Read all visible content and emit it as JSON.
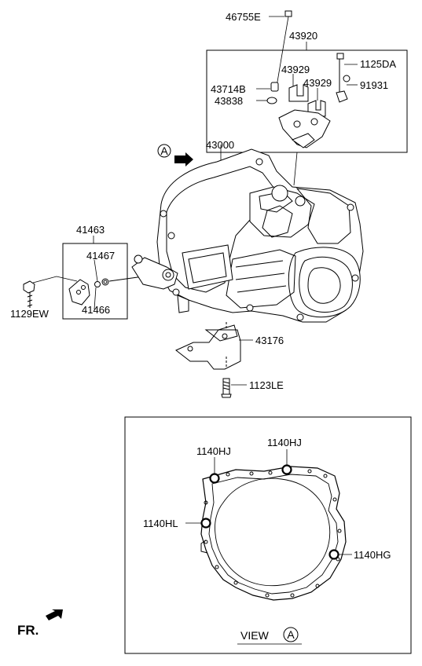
{
  "diagram": {
    "labels": {
      "p46755E": "46755E",
      "p43920": "43920",
      "p1125DA": "1125DA",
      "p43929a": "43929",
      "p43929b": "43929",
      "p43714B": "43714B",
      "p91931": "91931",
      "p43838": "43838",
      "p43000": "43000",
      "p41463": "41463",
      "p41467": "41467",
      "p41466": "41466",
      "p1129EW": "1129EW",
      "p43176": "43176",
      "p1123LE": "1123LE",
      "p1140HJa": "1140HJ",
      "p1140HJb": "1140HJ",
      "p1140HL": "1140HL",
      "p1140HG": "1140HG"
    },
    "view_marker": "A",
    "view_caption": "VIEW",
    "view_letter": "A",
    "front_label": "FR."
  }
}
